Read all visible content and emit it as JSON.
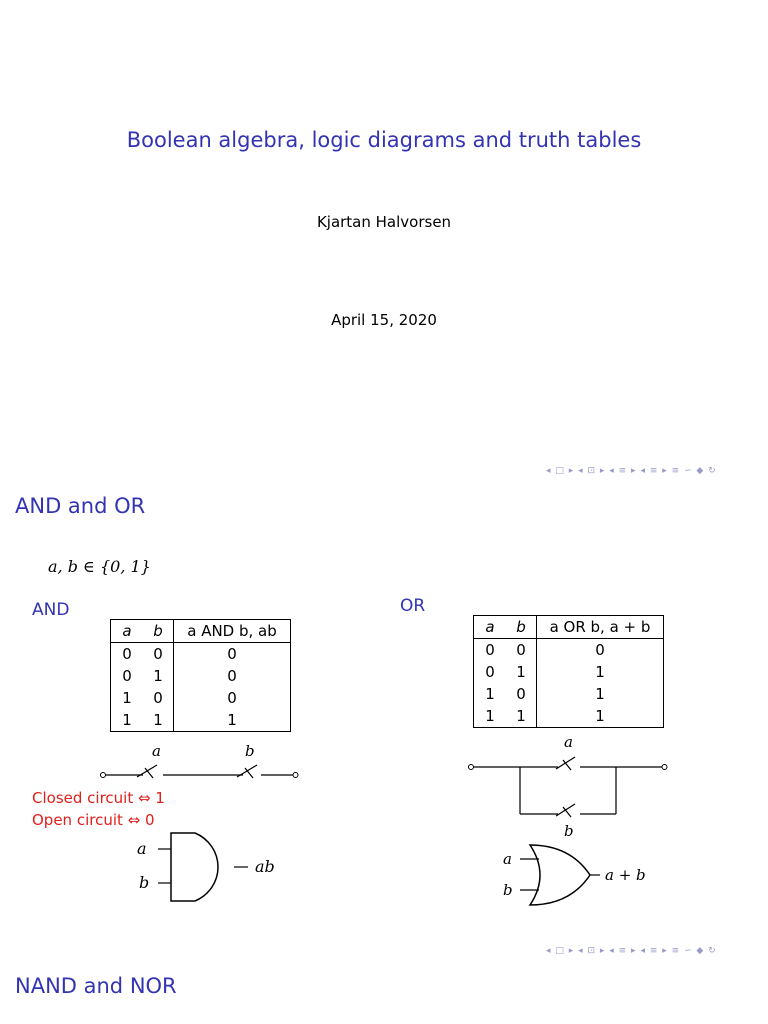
{
  "title_slide": {
    "title": "Boolean algebra, logic diagrams and truth tables",
    "author": "Kjartan Halvorsen",
    "date": "April 15, 2020"
  },
  "nav_symbols": "◂ □ ▸ ◂ ⊡ ▸ ◂ ≡ ▸ ◂ ≡ ▸ ≡ ∽ ◆ ↻",
  "and_or_slide": {
    "frame_title": "AND and OR",
    "domain": "a, b ∈ {0, 1}",
    "and_block": {
      "title": "AND",
      "headers": [
        "a",
        "b",
        "a AND b, ab"
      ],
      "rows": [
        [
          "0",
          "0",
          "0"
        ],
        [
          "0",
          "1",
          "0"
        ],
        [
          "1",
          "0",
          "0"
        ],
        [
          "1",
          "1",
          "1"
        ]
      ],
      "switch_a": "a",
      "switch_b": "b",
      "closed_circuit": "Closed circuit ⇔ 1",
      "open_circuit": "Open circuit ⇔ 0",
      "gate_in_a": "a",
      "gate_in_b": "b",
      "gate_out": "ab"
    },
    "or_block": {
      "title": "OR",
      "headers": [
        "a",
        "b",
        "a OR b, a + b"
      ],
      "rows": [
        [
          "0",
          "0",
          "0"
        ],
        [
          "0",
          "1",
          "1"
        ],
        [
          "1",
          "0",
          "1"
        ],
        [
          "1",
          "1",
          "1"
        ]
      ],
      "switch_a": "a",
      "switch_b": "b",
      "gate_in_a": "a",
      "gate_in_b": "b",
      "gate_out": "a + b"
    }
  },
  "nand_nor_slide": {
    "frame_title": "NAND and NOR"
  }
}
